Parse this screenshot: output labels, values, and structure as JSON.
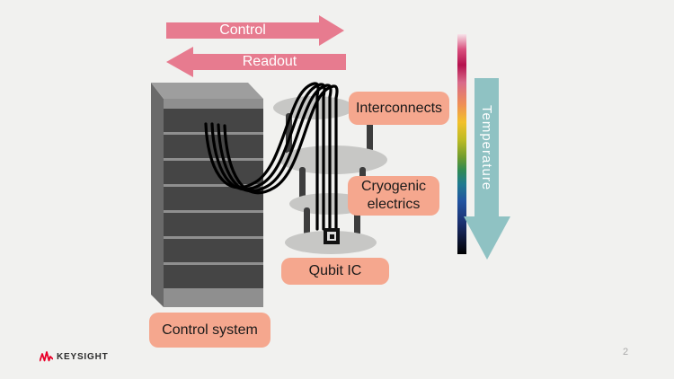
{
  "slide": {
    "page_number": "2"
  },
  "colors": {
    "bg": "#f1f1ef",
    "pink": "#e77b8f",
    "salmon": "#f5a78e",
    "teal": "#8fc2c3",
    "rack-front": "#454545",
    "rack-side": "#6a6a6a",
    "rack-top": "#9e9e9e",
    "rack-line": "#8f8f8f",
    "plate": "#c7c7c5",
    "rod": "#3d3d3d",
    "logo-red": "#e90029",
    "text-dark": "#1a1a1a"
  },
  "flow_arrows": {
    "control_label": "Control",
    "readout_label": "Readout"
  },
  "diagram_labels": {
    "interconnects": "Interconnects",
    "cryogenic_electrics": "Cryogenic electrics",
    "qubit_ic": "Qubit IC",
    "control_system": "Control system"
  },
  "temperature": {
    "label": "Temperature",
    "gradient_stops": [
      "#f7e3e9 0%",
      "#d94f7d 7%",
      "#b5124e 14%",
      "#d96a8a 22%",
      "#ef8f55 32%",
      "#f2c12b 40%",
      "#bdbb24 48%",
      "#6f9c2e 56%",
      "#2f8a55 62%",
      "#1f7b8f 68%",
      "#2153a0 76%",
      "#1b2f6e 86%",
      "#0c1430 94%",
      "#000000 100%"
    ]
  },
  "branding": {
    "logo_text": "KEYSIGHT"
  }
}
